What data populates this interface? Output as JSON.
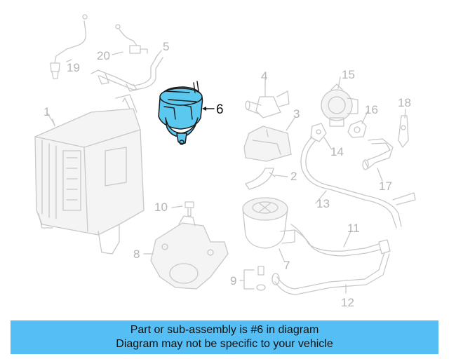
{
  "diagram": {
    "callouts": [
      {
        "id": "1",
        "label": "1"
      },
      {
        "id": "2",
        "label": "2"
      },
      {
        "id": "3",
        "label": "3"
      },
      {
        "id": "4",
        "label": "4"
      },
      {
        "id": "5",
        "label": "5"
      },
      {
        "id": "6",
        "label": "6",
        "highlighted": true
      },
      {
        "id": "7",
        "label": "7"
      },
      {
        "id": "8",
        "label": "8"
      },
      {
        "id": "9",
        "label": "9"
      },
      {
        "id": "10",
        "label": "10"
      },
      {
        "id": "11",
        "label": "11"
      },
      {
        "id": "12",
        "label": "12"
      },
      {
        "id": "13",
        "label": "13"
      },
      {
        "id": "14",
        "label": "14"
      },
      {
        "id": "15",
        "label": "15"
      },
      {
        "id": "16",
        "label": "16"
      },
      {
        "id": "17",
        "label": "17"
      },
      {
        "id": "18",
        "label": "18"
      },
      {
        "id": "19",
        "label": "19"
      },
      {
        "id": "20",
        "label": "20"
      }
    ],
    "highlight_color": "#5bc8f0",
    "line_color": "#c8c8c8"
  },
  "banner": {
    "line1": "Part or sub-assembly is #6 in diagram",
    "line2": "Diagram may not be specific to your vehicle",
    "background": "#55bff5"
  }
}
